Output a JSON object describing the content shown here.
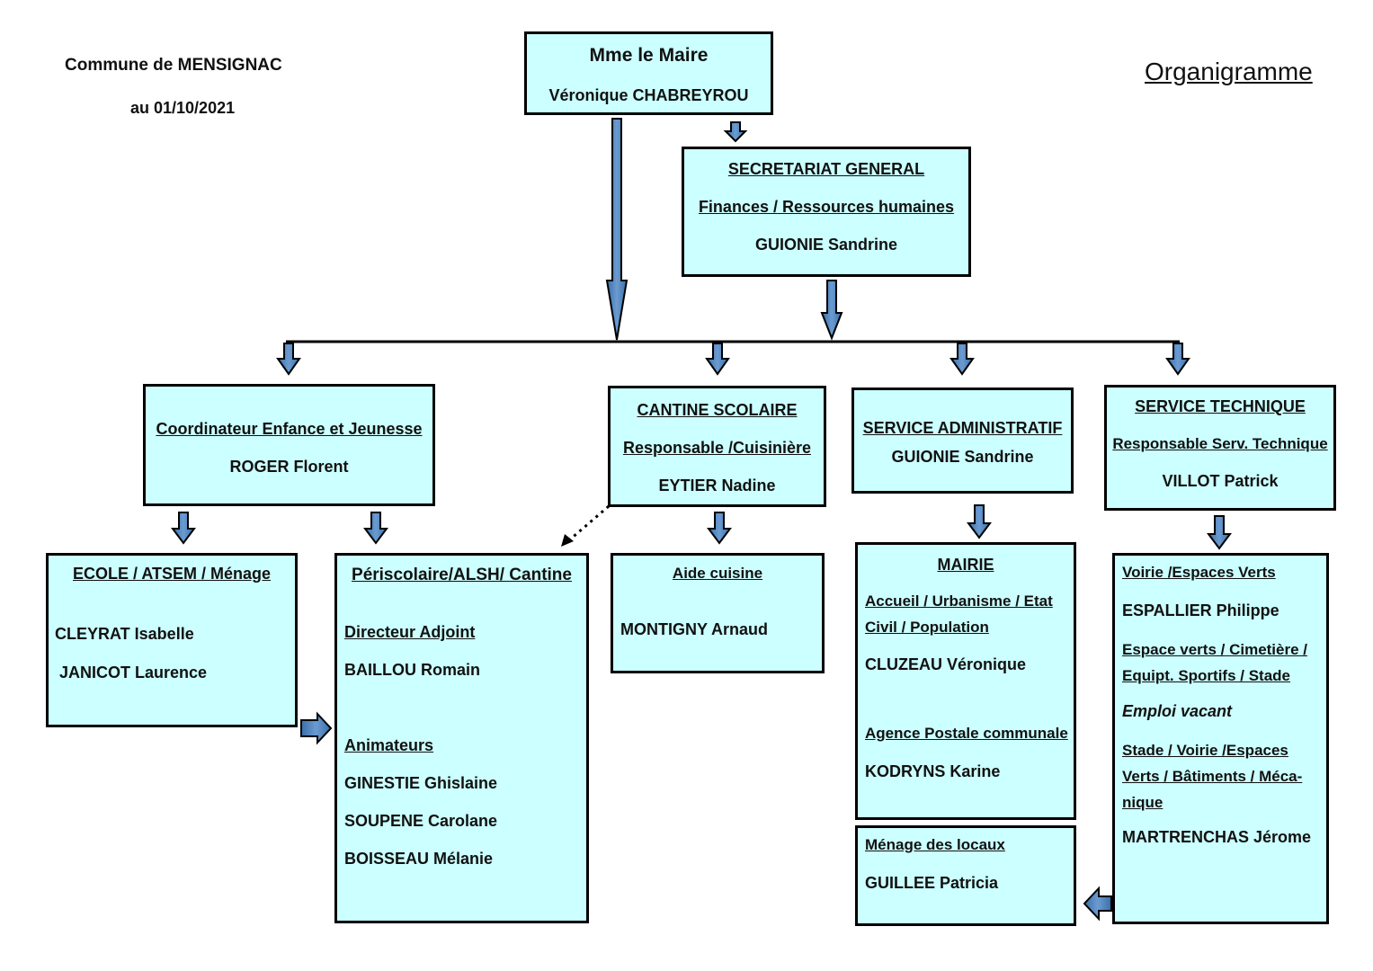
{
  "header": {
    "commune": "Commune de MENSIGNAC",
    "date": "au 01/10/2021",
    "title": "Organigramme"
  },
  "maire": {
    "title": "Mme le Maire",
    "name": "Véronique CHABREYROU"
  },
  "secretariat": {
    "title": "SECRETARIAT GENERAL",
    "subtitle": "Finances / Ressources humaines",
    "name": "GUIONIE Sandrine"
  },
  "coordinateur": {
    "title": "Coordinateur Enfance et Jeunesse",
    "name": "ROGER Florent"
  },
  "cantine": {
    "title": "CANTINE SCOLAIRE",
    "role": "Responsable /Cuisinière",
    "name": "EYTIER Nadine"
  },
  "service_admin": {
    "title": "SERVICE ADMINISTRATIF",
    "name": "GUIONIE Sandrine"
  },
  "service_tech": {
    "title": "SERVICE TECHNIQUE",
    "role": "Responsable Serv. Technique",
    "name": "VILLOT Patrick"
  },
  "ecole": {
    "title": "ECOLE / ATSEM / Ménage",
    "names": [
      "CLEYRAT Isabelle",
      "JANICOT Laurence"
    ]
  },
  "periscolaire": {
    "title": "Périscolaire/ALSH/ Cantine",
    "directeur_label": "Directeur Adjoint",
    "directeur": "BAILLOU Romain",
    "animateurs_label": "Animateurs",
    "animateurs": [
      "GINESTIE Ghislaine",
      "SOUPENE Carolane",
      "BOISSEAU Mélanie"
    ]
  },
  "aide_cuisine": {
    "title": "Aide cuisine",
    "name": "MONTIGNY Arnaud"
  },
  "mairie": {
    "title": "MAIRIE",
    "accueil_label": "Accueil / Urbanisme / Etat Civil / Population",
    "accueil_name": "CLUZEAU Véronique",
    "agence_label": "Agence Postale communale",
    "agence_name": "KODRYNS Karine"
  },
  "menage": {
    "title": "Ménage des locaux",
    "name": "GUILLEE Patricia"
  },
  "voirie": {
    "label1": "Voirie /Espaces Verts",
    "name1": "ESPALLIER Philippe",
    "label2": "Espace verts / Cimetière / Equipt. Sportifs / Stade",
    "vacant": "Emploi vacant",
    "label3": "Stade / Voirie /Espaces Verts / Bâtiments / Méca-nique",
    "name3": "MARTRENCHAS Jérome"
  },
  "colors": {
    "box_fill": "#ccffff",
    "arrow_fill": "#4f81bd",
    "border": "#000000"
  }
}
